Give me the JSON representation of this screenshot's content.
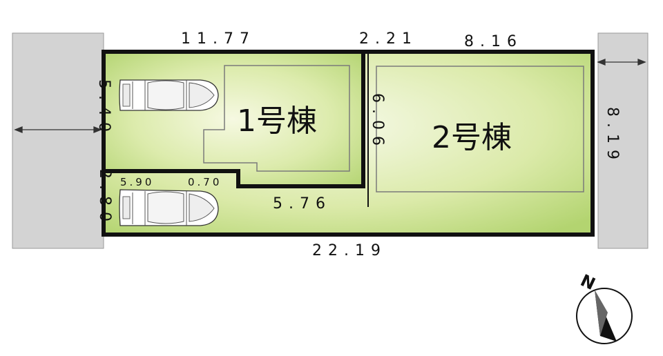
{
  "buildings": {
    "building_1": "1号棟",
    "building_2": "2号棟"
  },
  "dimensions": {
    "top_left": "11.77",
    "top_middle": "2.21",
    "top_right": "8.16",
    "left_upper": "5.40",
    "left_lower": "2.80",
    "right": "8.19",
    "bottom": "22.19",
    "inner_step": "5.76",
    "inner_small_a": "5.90",
    "inner_small_b": "0.70",
    "building_2_side": "6.06"
  },
  "compass": {
    "label": "N"
  },
  "colors": {
    "lot_outline": "#111111",
    "lot_fill_light": "#f4f8dc",
    "lot_fill_dark": "#b9d97a",
    "road": "#d3d3d3",
    "building_line": "#7a7a7a"
  },
  "icons": {
    "parking_1": "car-icon",
    "parking_2": "car-icon",
    "compass": "north-arrow-icon"
  }
}
